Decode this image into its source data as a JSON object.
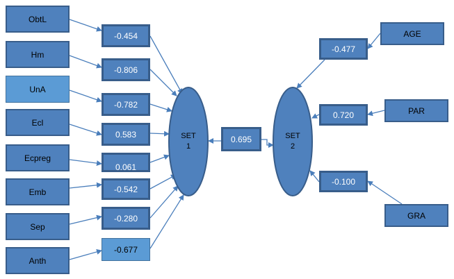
{
  "left_variables": [
    {
      "label": "ObtL",
      "coef": "-0.454"
    },
    {
      "label": "Hm",
      "coef": "-0.806"
    },
    {
      "label": "UnA",
      "coef": "-0.782"
    },
    {
      "label": "Ecl",
      "coef": "0.583"
    },
    {
      "label": "Ecpreg",
      "coef": "0.061"
    },
    {
      "label": "Emb",
      "coef": "-0.542"
    },
    {
      "label": "Sep",
      "coef": "-0.280"
    },
    {
      "label": "Anth",
      "coef": "-0.677"
    }
  ],
  "right_variables": [
    {
      "label": "AGE",
      "coef": "-0.477"
    },
    {
      "label": "PAR",
      "coef": "0.720"
    },
    {
      "label": "GRA",
      "coef": "-0.100"
    }
  ],
  "set1": {
    "line1": "SET",
    "line2": "1"
  },
  "set2": {
    "line1": "SET",
    "line2": "2"
  },
  "correlation": "0.695",
  "colors": {
    "fill": "#4f81bd",
    "fill_light": "#5b9bd5",
    "stroke": "#385d8a",
    "arrow": "#4a7ebb"
  }
}
